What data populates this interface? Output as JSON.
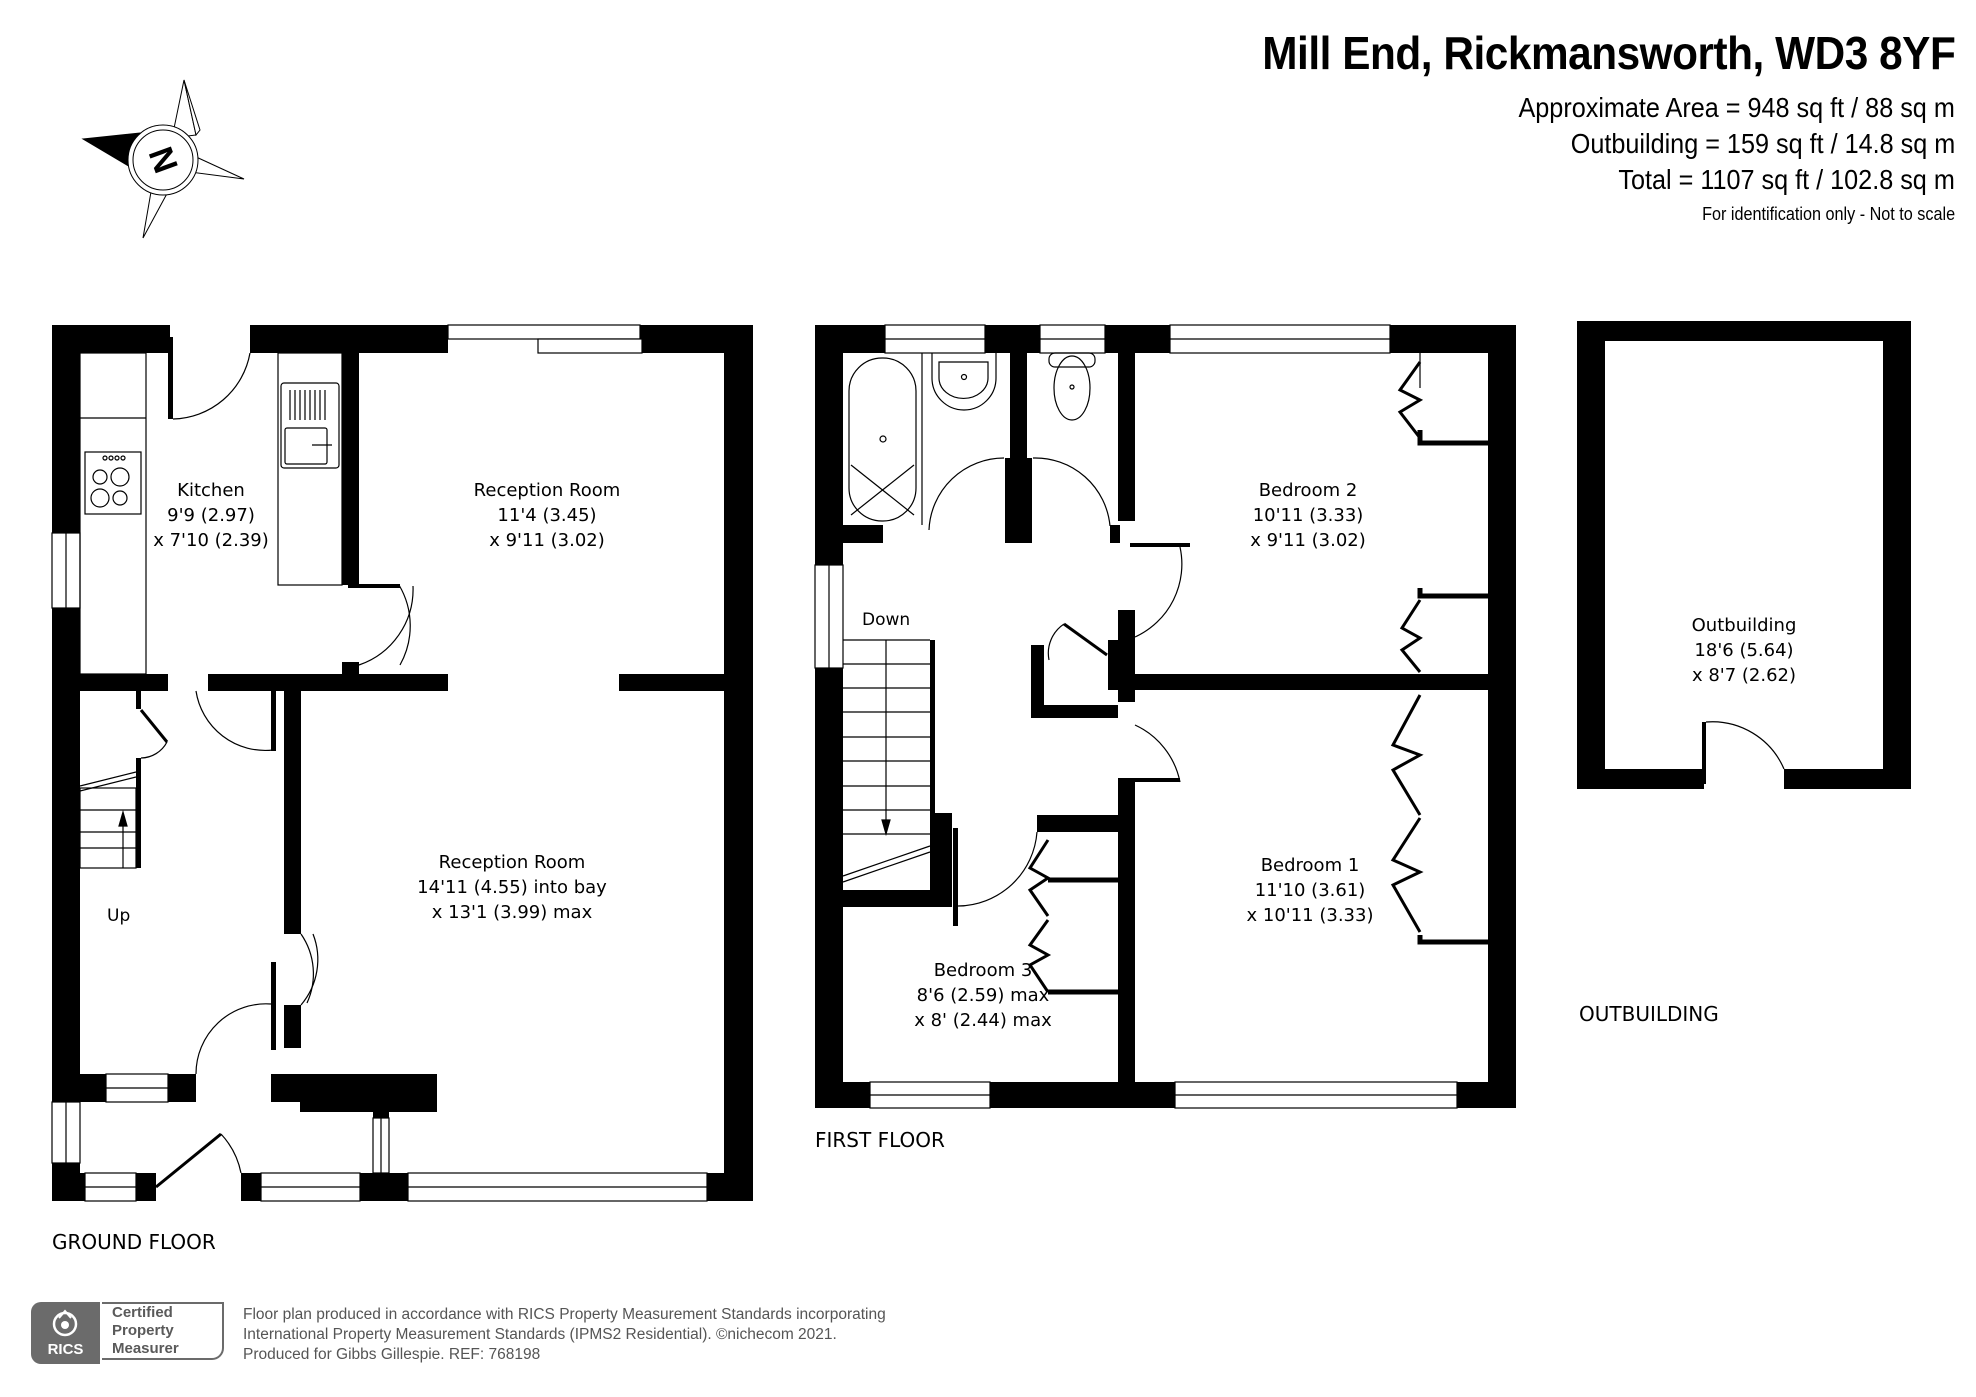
{
  "header": {
    "title": "Mill End, Rickmansworth, WD3 8YF",
    "areas": [
      "Approximate Area = 948 sq ft / 88 sq m",
      "Outbuilding = 159 sq ft / 14.8 sq m",
      "Total = 1107 sq ft / 102.8 sq m"
    ],
    "disclaimer": "For identification only - Not to scale"
  },
  "compass": {
    "icon": "compass-north-icon",
    "letter": "N"
  },
  "colors": {
    "wall": "#000000",
    "background": "#ffffff",
    "logo_grey": "#6b6b6b",
    "footer_text": "#555555"
  },
  "ground_floor": {
    "label": "GROUND FLOOR",
    "stairs_label": "Up",
    "rooms": [
      {
        "name": "Kitchen",
        "dim1": "9'9 (2.97)",
        "dim2": "x 7'10 (2.39)"
      },
      {
        "name": "Reception Room",
        "dim1": "11'4 (3.45)",
        "dim2": "x 9'11 (3.02)"
      },
      {
        "name": "Reception Room",
        "dim1": "14'11 (4.55) into bay",
        "dim2": "x 13'1 (3.99) max"
      }
    ]
  },
  "first_floor": {
    "label": "FIRST FLOOR",
    "stairs_label": "Down",
    "rooms": [
      {
        "name": "Bedroom 2",
        "dim1": "10'11 (3.33)",
        "dim2": "x 9'11 (3.02)"
      },
      {
        "name": "Bedroom 1",
        "dim1": "11'10 (3.61)",
        "dim2": "x 10'11 (3.33)"
      },
      {
        "name": "Bedroom 3",
        "dim1": "8'6 (2.59) max",
        "dim2": "x 8' (2.44) max"
      }
    ]
  },
  "outbuilding": {
    "label": "OUTBUILDING",
    "rooms": [
      {
        "name": "Outbuilding",
        "dim1": "18'6 (5.64)",
        "dim2": "x 8'7 (2.62)"
      }
    ]
  },
  "footer": {
    "logo_brand": "RICS",
    "logo_lines": [
      "Certified",
      "Property",
      "Measurer"
    ],
    "lines": [
      "Floor plan produced in accordance with RICS Property Measurement Standards incorporating",
      "International Property Measurement Standards (IPMS2 Residential).   ©nichecom 2021.",
      "Produced for Gibbs Gillespie.   REF: 768198"
    ]
  }
}
